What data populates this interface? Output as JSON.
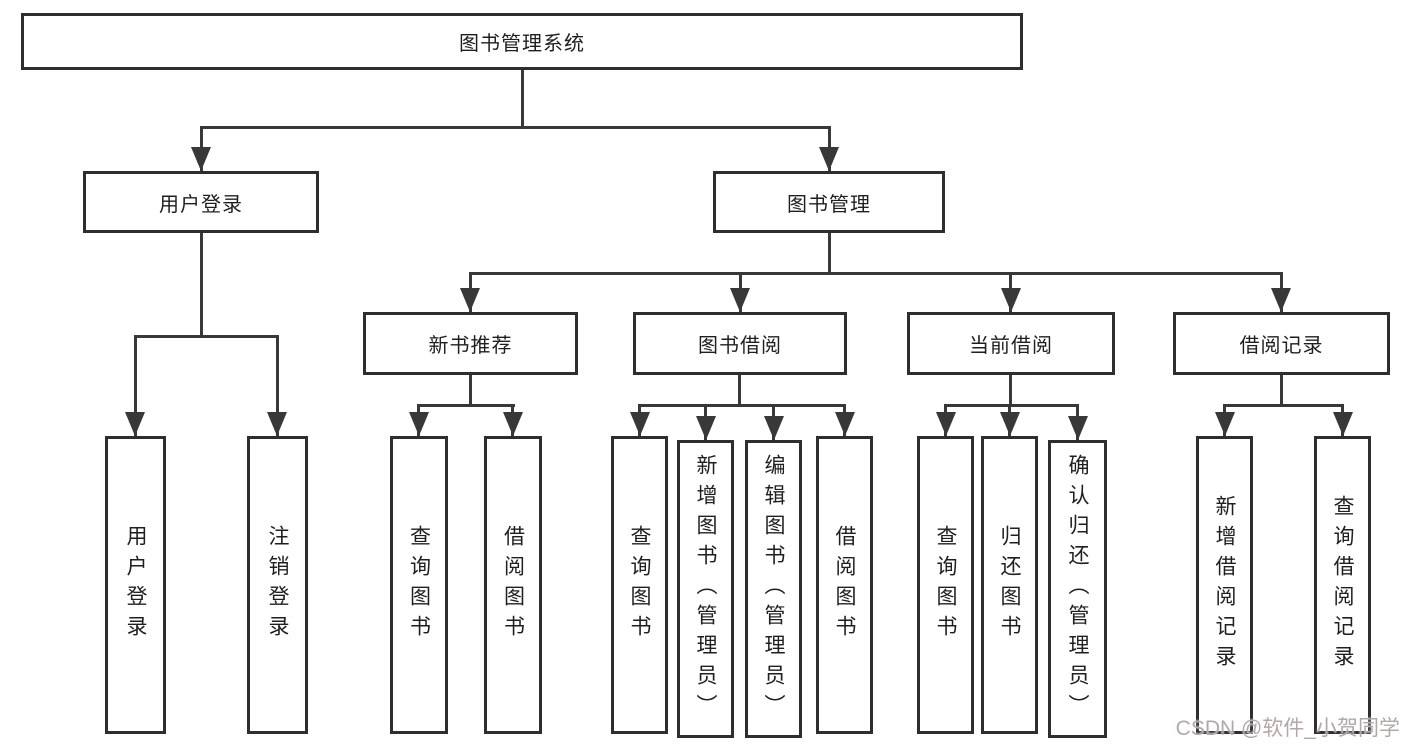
{
  "diagram": {
    "root": {
      "label": "图书管理系统"
    },
    "branches": [
      {
        "label": "用户登录",
        "children": [
          {
            "label": "用户登录"
          },
          {
            "label": "注销登录"
          }
        ]
      },
      {
        "label": "图书管理",
        "sections": [
          {
            "label": "新书推荐",
            "children": [
              {
                "label": "查询图书"
              },
              {
                "label": "借阅图书"
              }
            ]
          },
          {
            "label": "图书借阅",
            "children": [
              {
                "label": "查询图书"
              },
              {
                "label": "新增图书（管理员）"
              },
              {
                "label": "编辑图书（管理员）"
              },
              {
                "label": "借阅图书"
              }
            ]
          },
          {
            "label": "当前借阅",
            "children": [
              {
                "label": "查询图书"
              },
              {
                "label": "归还图书"
              },
              {
                "label": "确认归还（管理员）"
              }
            ]
          },
          {
            "label": "借阅记录",
            "children": [
              {
                "label": "新增借阅记录"
              },
              {
                "label": "查询借阅记录"
              }
            ]
          }
        ]
      }
    ]
  },
  "colors": {
    "line": "#383838",
    "box_border": "#2e2e2e",
    "watermark": "#b3a7a7"
  },
  "watermark": {
    "text": "CSDN @软件_小贺同学"
  }
}
